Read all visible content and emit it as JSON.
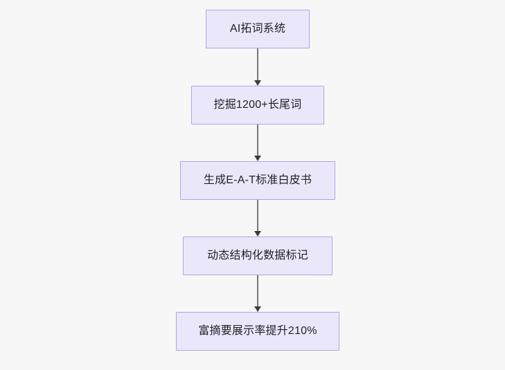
{
  "diagram": {
    "type": "flowchart",
    "orientation": "top-to-bottom",
    "background_color": "#f7f7f8",
    "node_fill_color": "#ebe7fb",
    "node_border_color": "#b8a0e2",
    "node_text_color": "#1f2024",
    "edge_color": "#767676",
    "arrowhead_color": "#3c3c41",
    "nodes": [
      {
        "id": "n0",
        "label": "AI拓词系统"
      },
      {
        "id": "n1",
        "label": "挖掘1200+长尾词"
      },
      {
        "id": "n2",
        "label": "生成E-A-T标准白皮书"
      },
      {
        "id": "n3",
        "label": "动态结构化数据标记"
      },
      {
        "id": "n4",
        "label": "富摘要展示率提升210%"
      }
    ],
    "edges": [
      {
        "from": "n0",
        "to": "n1",
        "label": ""
      },
      {
        "from": "n1",
        "to": "n2",
        "label": ""
      },
      {
        "from": "n2",
        "to": "n3",
        "label": ""
      },
      {
        "from": "n3",
        "to": "n4",
        "label": ""
      }
    ]
  }
}
